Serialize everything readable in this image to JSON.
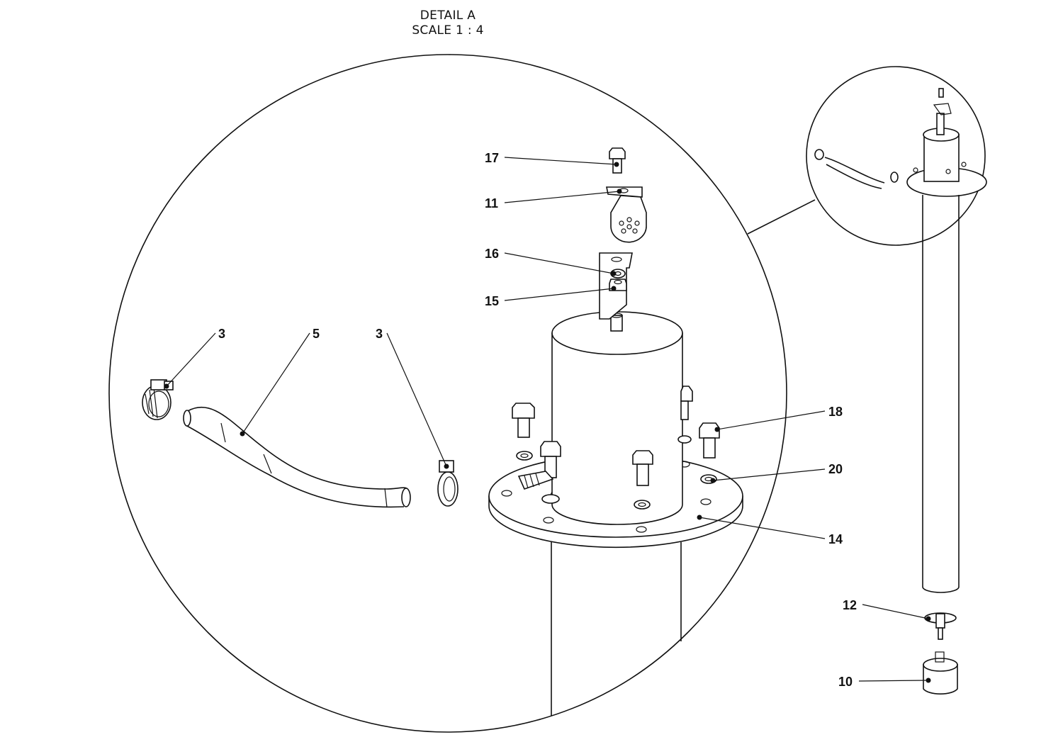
{
  "detail": {
    "title": "DETAIL A",
    "scale": "SCALE 1 : 4"
  },
  "callouts": {
    "c17": "17",
    "c11": "11",
    "c16": "16",
    "c15": "15",
    "c3a": "3",
    "c5": "5",
    "c3b": "3",
    "c18": "18",
    "c20": "20",
    "c14": "14",
    "c12": "12",
    "c10": "10"
  }
}
